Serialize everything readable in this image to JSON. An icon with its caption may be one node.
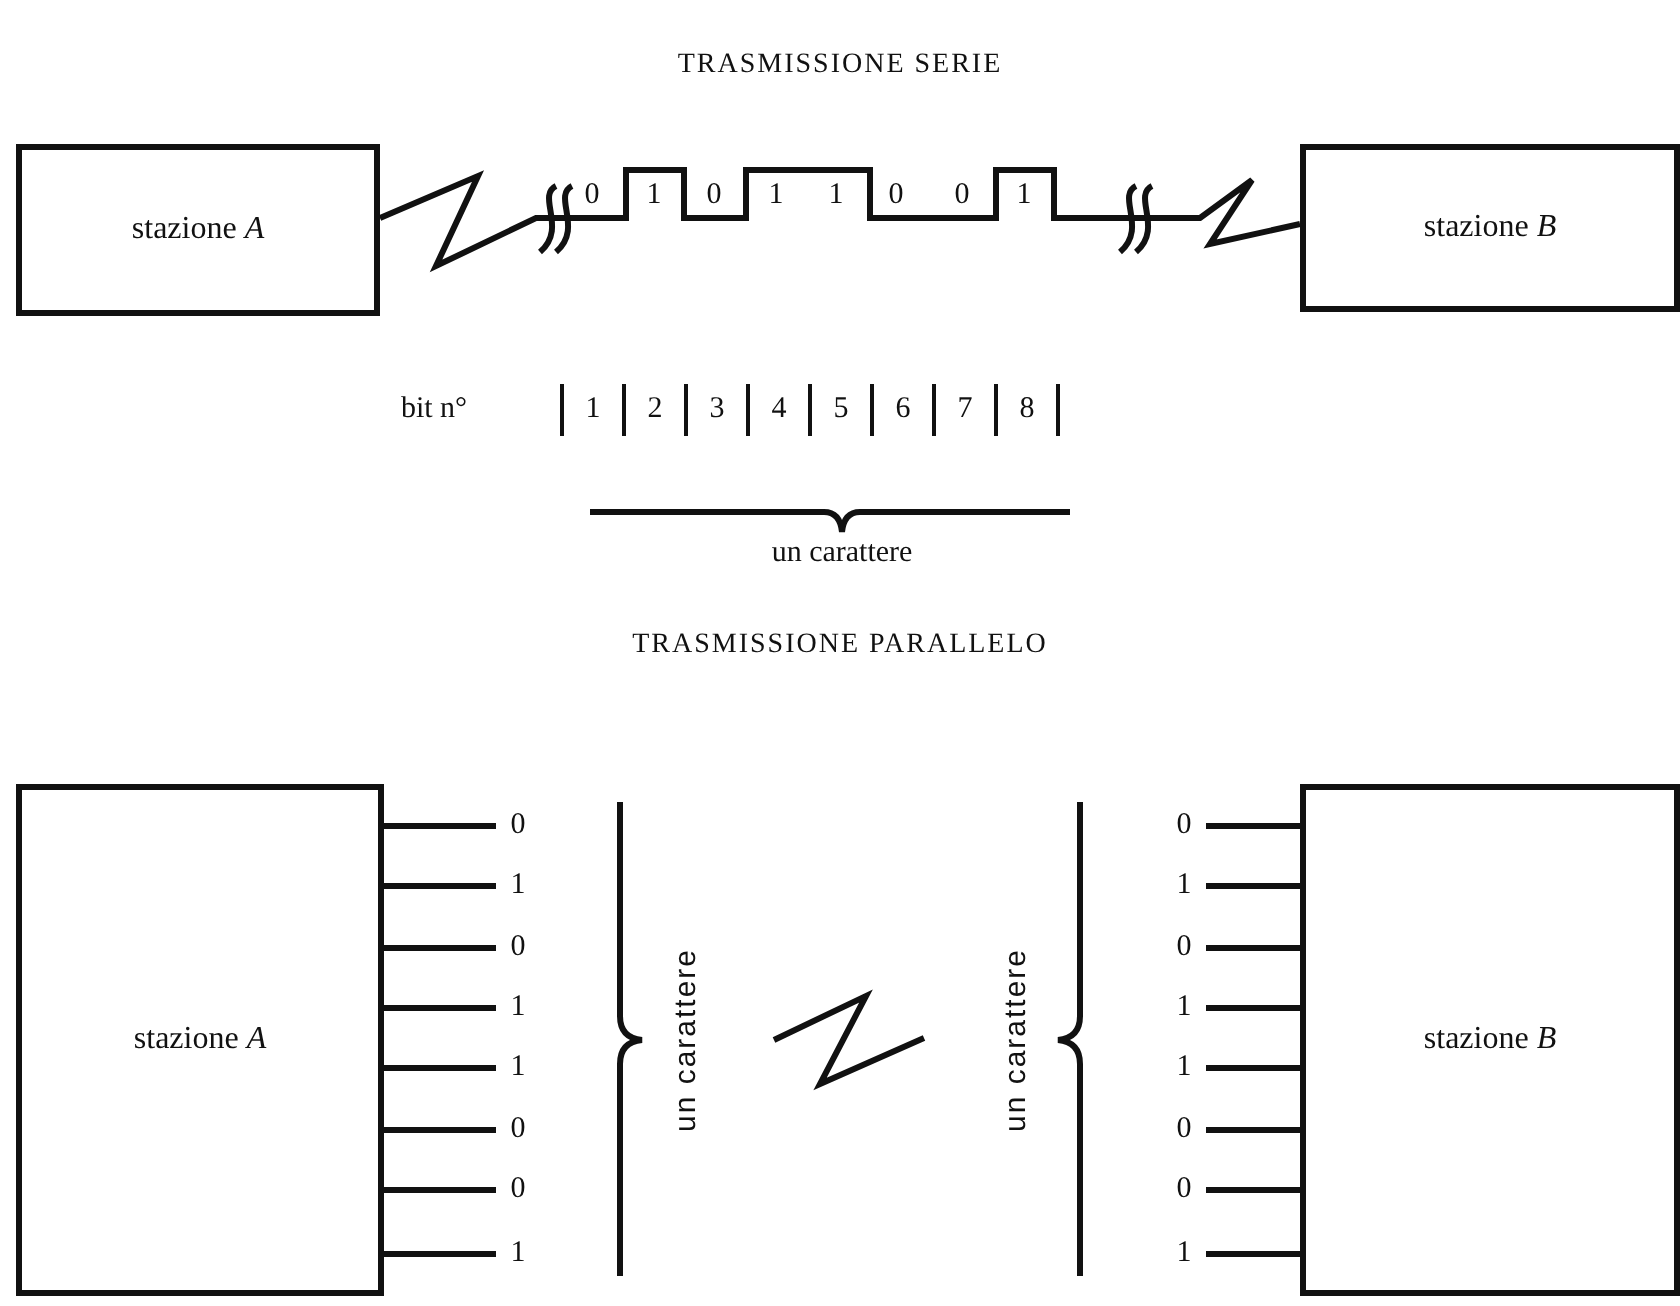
{
  "diagram": {
    "nodes": [
      {
        "text": [
          "stazione *A*"
        ]
      },
      {
        "text": [
          "stazione *B*"
        ]
      },
      {
        "text": [
          "stazione *A*"
        ]
      },
      {
        "text": [
          "stazione *B*"
        ]
      }
    ],
    "edges": [
      {
        "from": 0,
        "to": 1,
        "arrow": "none"
      }
    ],
    "labels": [
      "TRASMISSIONE SERIE",
      "0",
      "1",
      "0",
      "1",
      "1",
      "0",
      "0",
      "1",
      "bit n°",
      "1",
      "2",
      "3",
      "4",
      "5",
      "6",
      "7",
      "8",
      "un carattere",
      "TRASMISSIONE PARALLELO",
      "0",
      "1",
      "0",
      "1",
      "1",
      "0",
      "0",
      "1",
      "un carattere",
      "un carattere",
      "0",
      "1",
      "0",
      "1",
      "1",
      "0",
      "0",
      "1"
    ]
  }
}
